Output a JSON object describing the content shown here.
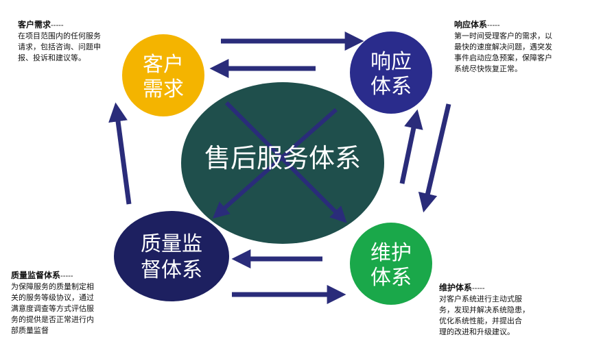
{
  "center": {
    "label": "售后服务体系",
    "color": "#1f4f4c"
  },
  "nodes": {
    "customer": {
      "line1": "客户",
      "line2": "需求",
      "color": "#f4b400"
    },
    "response": {
      "line1": "响应",
      "line2": "体系",
      "color": "#2a2c8c"
    },
    "maintain": {
      "line1": "维护",
      "line2": "体系",
      "color": "#1aa84a"
    },
    "quality": {
      "line1": "质量监",
      "line2": "督体系",
      "color": "#1d2060"
    }
  },
  "arrow_color": "#2a2c7a",
  "notes": {
    "customer": {
      "title": "客户需求",
      "dash": "-----",
      "lines": [
        "在项目范围内的任何服务",
        "请求，包括咨询、问题申",
        "报、投诉和建议等。"
      ]
    },
    "response": {
      "title": "响应体系",
      "dash": "-----",
      "lines": [
        "第一时间受理客户的需求，以",
        "最快的速度解决问题，遇突发",
        "事件启动应急预案，保障客户",
        "系统尽快恢复正常。"
      ]
    },
    "quality": {
      "title": "质量监督体系",
      "dash": "-----",
      "lines": [
        "为保障服务的质量制定相",
        "关的服务等级协议，通过",
        "满意度调查等方式评估服",
        "务的提供是否正常进行内",
        "部质量监督"
      ]
    },
    "maintain": {
      "title": "维护体系",
      "dash": "-----",
      "lines": [
        "对客户系统进行主动式服",
        "务，发现并解决系统隐患，",
        "优化系统性能，并提出合",
        "理的改进和升级建议。"
      ]
    }
  }
}
